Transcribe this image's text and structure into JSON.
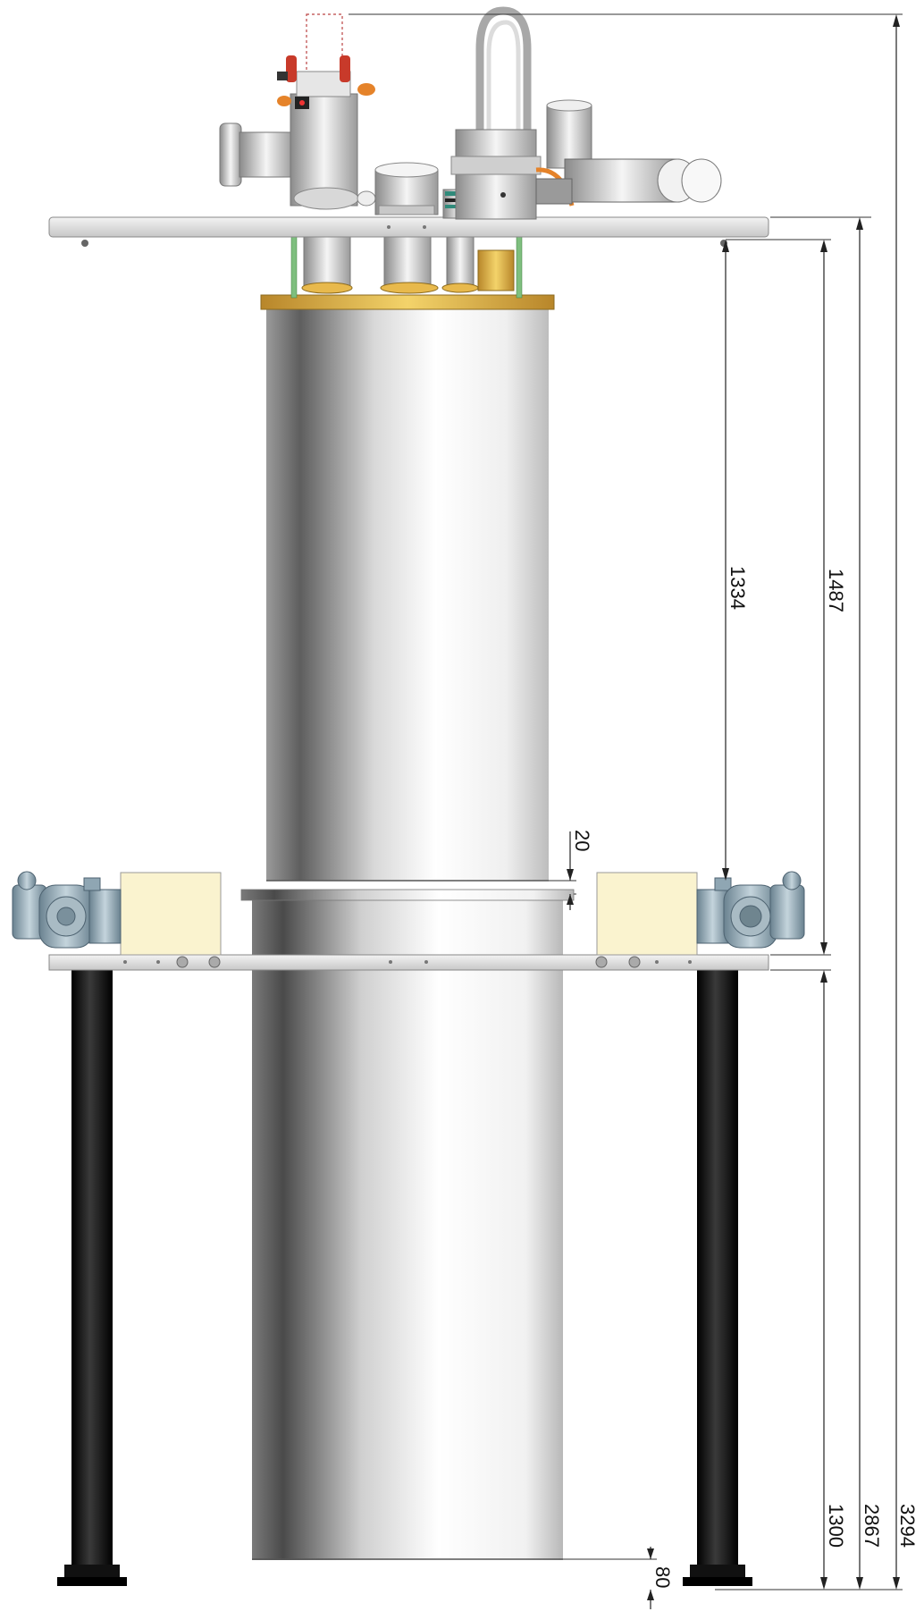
{
  "dimensions": {
    "d3294": "3294",
    "d2867": "2867",
    "d1487": "1487",
    "d1334": "1334",
    "d1300": "1300",
    "d20": "20",
    "d80": "80"
  },
  "colors": {
    "steel_light": "#f4f4f4",
    "steel_mid": "#c8c8c8",
    "steel_dark": "#5a5a5a",
    "brass": "#d9a640",
    "brass_light": "#f0cf63",
    "leg_black": "#101010",
    "box_cream": "#faf3cf",
    "motor_blue": "#8fa6b3",
    "valve_red": "#c83a2a",
    "valve_orange": "#e5832a",
    "green_rod": "#7fbf7f"
  }
}
